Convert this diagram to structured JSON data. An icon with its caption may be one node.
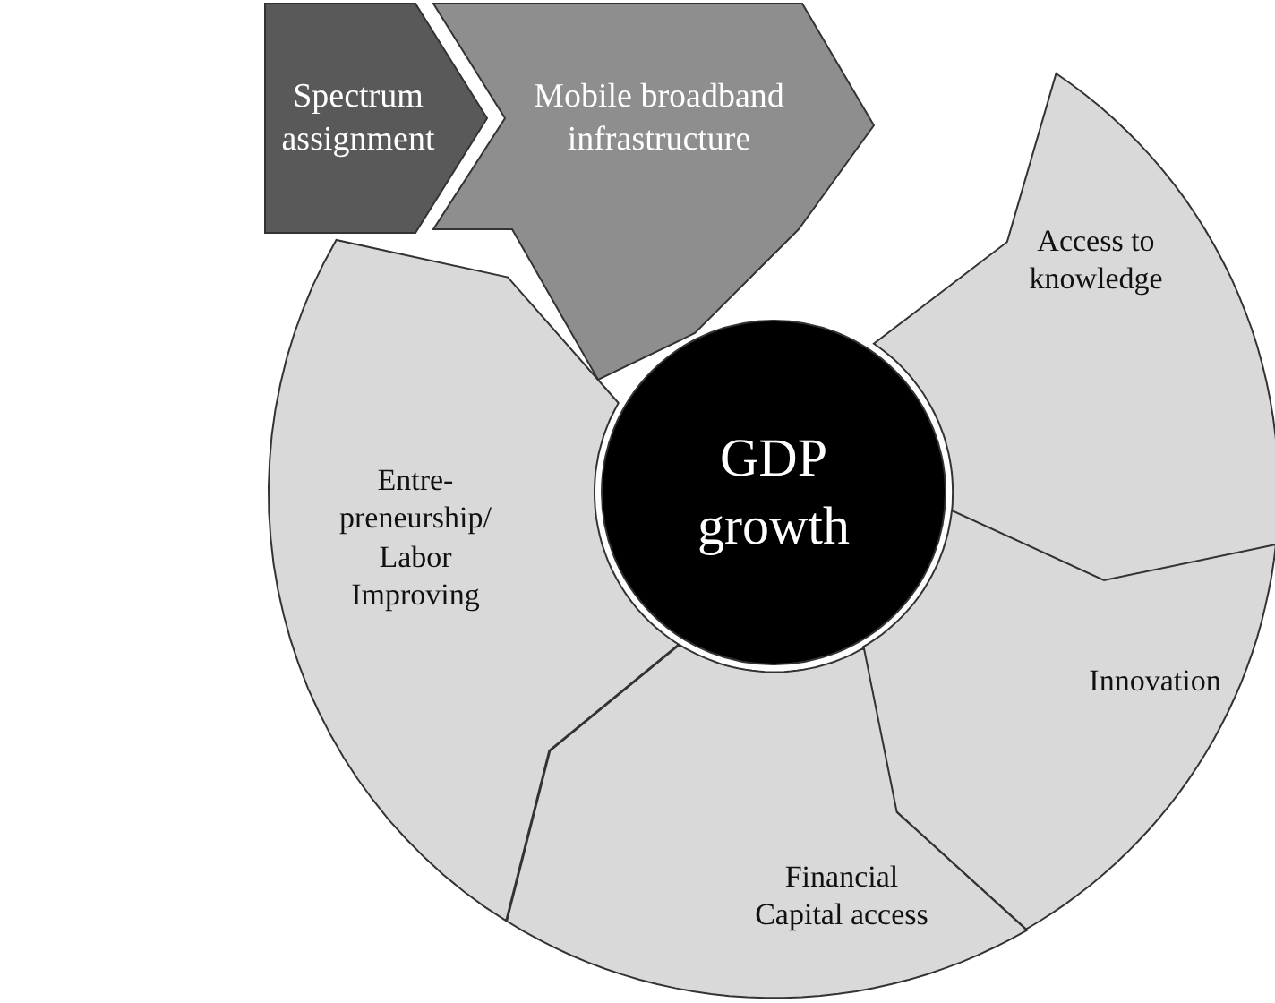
{
  "diagram": {
    "nodes": [
      {
        "text": [
          "Spectrum assignment"
        ]
      },
      {
        "text": [
          "Mobile broadband infrastructure"
        ]
      },
      {
        "text": [
          "Access to knowledge"
        ]
      },
      {
        "text": [
          "Innovation"
        ]
      },
      {
        "text": [
          "Financial Capital access"
        ]
      },
      {
        "text": [
          "Entre- preneurship/ Labor Improving"
        ]
      },
      {
        "text": [
          "GDP growth"
        ]
      }
    ]
  }
}
